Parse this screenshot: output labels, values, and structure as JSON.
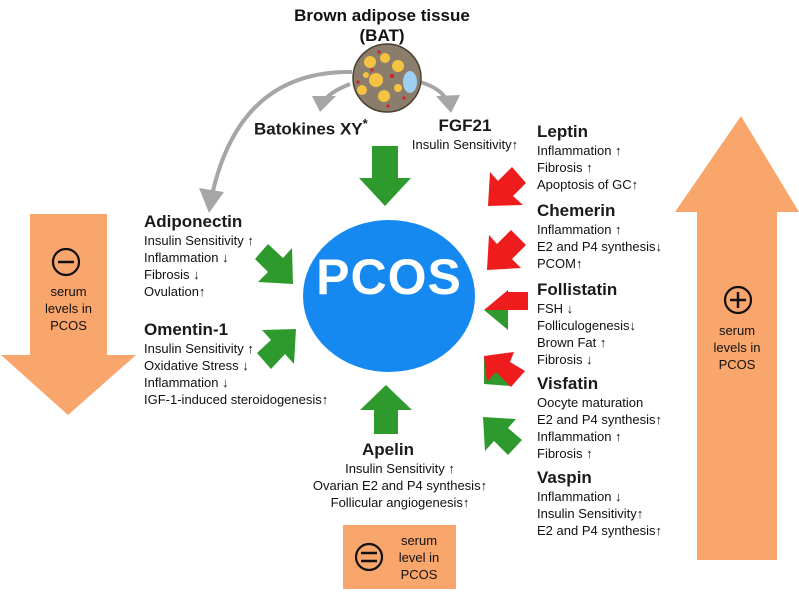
{
  "bat": {
    "title_line1": "Brown adipose tissue",
    "title_line2": "(BAT)"
  },
  "center": {
    "label": "PCOS"
  },
  "batokines": {
    "title": "Batokines XY",
    "superscript": "*"
  },
  "fgf21": {
    "title": "FGF21",
    "lines": [
      "Insulin Sensitivity↑"
    ]
  },
  "leptin": {
    "title": "Leptin",
    "lines": [
      "Inflammation ↑",
      "Fibrosis ↑",
      "Apoptosis of GC↑"
    ]
  },
  "chemerin": {
    "title": "Chemerin",
    "lines": [
      "Inflammation ↑",
      "E2 and P4 synthesis↓",
      "PCOM↑"
    ]
  },
  "follistatin": {
    "title": "Follistatin",
    "lines": [
      "FSH ↓",
      "Folliculogenesis↓",
      "Brown Fat ↑",
      "Fibrosis ↓"
    ]
  },
  "visfatin": {
    "title": "Visfatin",
    "lines": [
      "Oocyte maturation",
      "E2 and P4 synthesis↑",
      "Inflammation ↑",
      "Fibrosis ↑"
    ]
  },
  "vaspin": {
    "title": "Vaspin",
    "lines": [
      "Inflammation ↓",
      "Insulin Sensitivity↑",
      "E2 and P4 synthesis↑"
    ]
  },
  "adiponectin": {
    "title": "Adiponectin",
    "lines": [
      "Insulin Sensitivity ↑",
      "Inflammation ↓",
      "Fibrosis ↓",
      "Ovulation↑"
    ]
  },
  "omentin": {
    "title": "Omentin-1",
    "lines": [
      "Insulin Sensitivity ↑",
      "Oxidative Stress ↓",
      "Inflammation ↓",
      "IGF-1-induced steroidogenesis↑"
    ]
  },
  "apelin": {
    "title": "Apelin",
    "lines": [
      "Insulin Sensitivity ↑",
      "Ovarian E2 and P4 synthesis↑",
      "Follicular angiogenesis↑"
    ]
  },
  "legend_minus": {
    "symbol": "−",
    "lines": [
      "serum",
      "levels in",
      "PCOS"
    ]
  },
  "legend_plus": {
    "symbol": "+",
    "lines": [
      "serum",
      "levels in",
      "PCOS"
    ]
  },
  "legend_equal": {
    "symbol": "=",
    "lines": [
      "serum",
      "level in",
      "PCOS"
    ]
  },
  "colors": {
    "green": "#2e9a2e",
    "red": "#ee1c1c",
    "orange": "#f9a66c",
    "blue": "#1589f0",
    "grey": "#a6a6a6"
  }
}
